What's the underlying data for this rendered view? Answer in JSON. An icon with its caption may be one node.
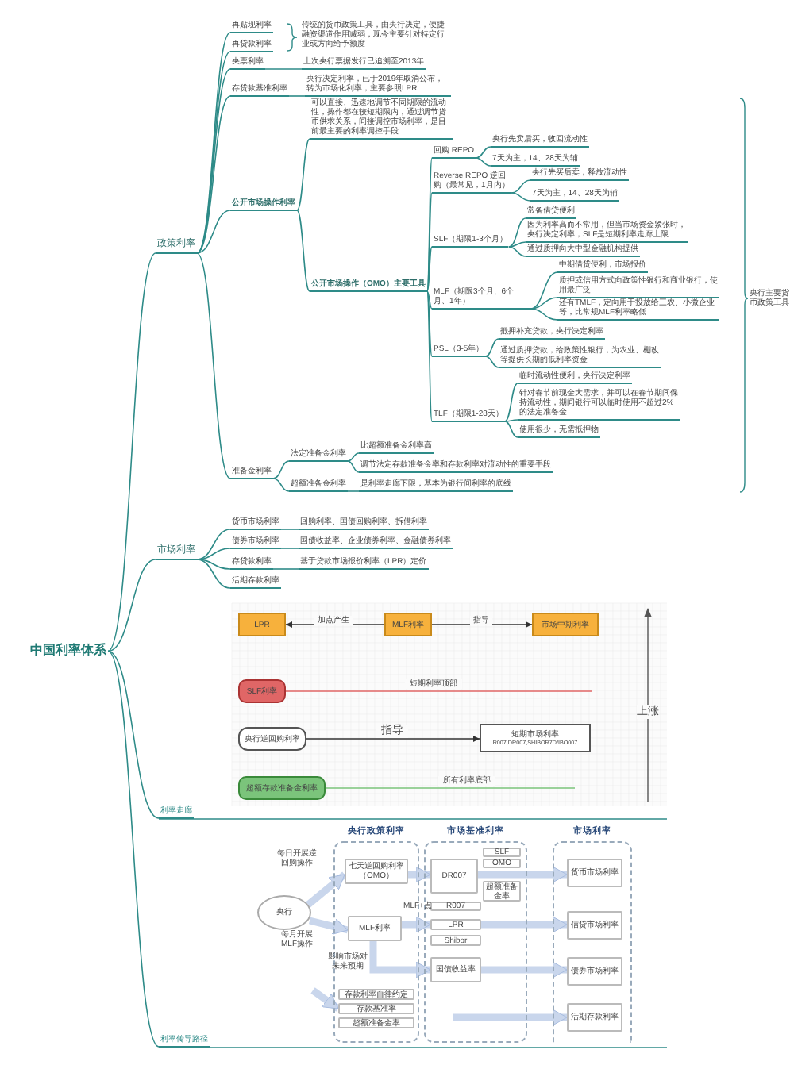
{
  "diagram": {
    "nodes": [
      {
        "text": [
          "中国利率体系"
        ]
      },
      {
        "text": [
          "政策利率"
        ]
      },
      {
        "text": [
          "再贴现利率"
        ]
      },
      {
        "text": [
          "再贷款利率"
        ]
      },
      {
        "text": [
          "央票利率"
        ]
      },
      {
        "text": [
          "上次央行票据发行已追溯至2013年"
        ]
      },
      {
        "text": [
          "存贷款基准利率"
        ]
      },
      {
        "text": [
          "央行决定利率，已于2019年取消公布，转为市场化利率，主要参照LPR"
        ]
      },
      {
        "text": [
          "公开市场操作利率"
        ]
      },
      {
        "text": [
          "可以直接、迅速地调节不同期限的流动性，操作都在较短期限内，通过调节货币供求关系，间接调控市场利率，是目前最主要的利率调控手段"
        ]
      },
      {
        "text": [
          "公开市场操作（OMO）主要工具"
        ]
      },
      {
        "text": [
          "回购 REPO"
        ]
      },
      {
        "text": [
          "央行先卖后买，收回流动性"
        ]
      },
      {
        "text": [
          "7天为主，14、28天为辅"
        ]
      },
      {
        "text": [
          "Reverse REPO 逆回购（最常见，1月内）"
        ]
      },
      {
        "text": [
          "央行先买后卖，释放流动性"
        ]
      },
      {
        "text": [
          "7天为主，14、28天为辅"
        ]
      },
      {
        "text": [
          "SLF（期限1-3个月）"
        ]
      },
      {
        "text": [
          "常备借贷便利"
        ]
      },
      {
        "text": [
          "因为利率高而不常用，但当市场资金紧张时，央行决定利率，SLF是短期利率走廊上限"
        ]
      },
      {
        "text": [
          "通过质押向大中型金融机构提供"
        ]
      },
      {
        "text": [
          "MLF（期限3个月、6个月、1年）"
        ]
      },
      {
        "text": [
          "中期借贷便利，市场报价"
        ]
      },
      {
        "text": [
          "质押或信用方式向政策性银行和商业银行，使用最广泛"
        ]
      },
      {
        "text": [
          "还有TMLF，定向用于投放给三农、小微企业等，比常规MLF利率略低"
        ]
      },
      {
        "text": [
          "PSL（3-5年）"
        ]
      },
      {
        "text": [
          "抵押补充贷款，央行决定利率"
        ]
      },
      {
        "text": [
          "通过质押贷款，给政策性银行，为农业、棚改等提供长期的低利率资金"
        ]
      },
      {
        "text": [
          "TLF（期限1-28天）"
        ]
      },
      {
        "text": [
          "临时流动性便利，央行决定利率"
        ]
      },
      {
        "text": [
          "针对春节前现金大需求，并可以在春节期间保持流动性，期间银行可以临时使用不超过2%的法定准备金"
        ]
      },
      {
        "text": [
          "使用很少，无需抵押物"
        ]
      },
      {
        "text": [
          "准备金利率"
        ]
      },
      {
        "text": [
          "法定准备金利率"
        ]
      },
      {
        "text": [
          "比超额准备金利率高"
        ]
      },
      {
        "text": [
          "调节法定存款准备金率和存款利率对流动性的重要手段"
        ]
      },
      {
        "text": [
          "超额准备金利率"
        ]
      },
      {
        "text": [
          "是利率走廊下限，基本为银行间利率的底线"
        ]
      },
      {
        "text": [
          "市场利率"
        ]
      },
      {
        "text": [
          "货币市场利率"
        ]
      },
      {
        "text": [
          "回购利率、国债回购利率、拆借利率"
        ]
      },
      {
        "text": [
          "债券市场利率"
        ]
      },
      {
        "text": [
          "国债收益率、企业债券利率、金融债券利率"
        ]
      },
      {
        "text": [
          "存贷款利率"
        ]
      },
      {
        "text": [
          "基于贷款市场报价利率（LPR）定价"
        ]
      },
      {
        "text": [
          "活期存款利率"
        ]
      },
      {
        "text": [
          "利率走廊"
        ]
      },
      {
        "text": [
          "LPR"
        ]
      },
      {
        "text": [
          "MLF利率"
        ]
      },
      {
        "text": [
          "市场中期利率"
        ]
      },
      {
        "text": [
          "SLF利率"
        ]
      },
      {
        "text": [
          "央行逆回购利率"
        ]
      },
      {
        "text": [
          "短期市场利率",
          "R007,DR007,SHIBOR7D/IBO007"
        ]
      },
      {
        "text": [
          "超额存款准备金利率"
        ]
      },
      {
        "text": [
          "利率传导路径"
        ]
      },
      {
        "text": [
          "央行政策利率"
        ]
      },
      {
        "text": [
          "市场基准利率"
        ]
      },
      {
        "text": [
          "市场利率"
        ]
      },
      {
        "text": [
          "央行"
        ]
      },
      {
        "text": [
          "七天逆回购利率（OMO）"
        ],
        "in": 55
      },
      {
        "text": [
          "MLF利率"
        ],
        "in": 55
      },
      {
        "text": [
          "存款利率自律约定"
        ],
        "in": 55
      },
      {
        "text": [
          "存款基准率"
        ],
        "in": 55
      },
      {
        "text": [
          "超额准备金率"
        ],
        "in": 55
      },
      {
        "text": [
          "DR007"
        ],
        "in": 56
      },
      {
        "text": [
          "SLF"
        ],
        "in": 56
      },
      {
        "text": [
          "OMO"
        ],
        "in": 56
      },
      {
        "text": [
          "超额准备金率"
        ],
        "in": 56
      },
      {
        "text": [
          "R007"
        ],
        "in": 56
      },
      {
        "text": [
          "LPR"
        ],
        "in": 56
      },
      {
        "text": [
          "Shibor"
        ],
        "in": 56
      },
      {
        "text": [
          "国债收益率"
        ],
        "in": 56
      },
      {
        "text": [
          "货币市场利率"
        ],
        "in": 57
      },
      {
        "text": [
          "信贷市场利率"
        ],
        "in": 57
      },
      {
        "text": [
          "债券市场利率"
        ],
        "in": 57
      },
      {
        "text": [
          "活期存款利率"
        ],
        "in": 57
      }
    ],
    "edges": [
      {
        "from": 0,
        "to": 1,
        "arrow": "none"
      },
      {
        "from": 1,
        "to": 2,
        "arrow": "none"
      },
      {
        "from": 1,
        "to": 3,
        "arrow": "none"
      },
      {
        "from": 1,
        "to": 4,
        "arrow": "none"
      },
      {
        "from": 4,
        "to": 5,
        "arrow": "none"
      },
      {
        "from": 1,
        "to": 6,
        "arrow": "none"
      },
      {
        "from": 6,
        "to": 7,
        "arrow": "none"
      },
      {
        "from": 1,
        "to": 8,
        "arrow": "none"
      },
      {
        "from": 8,
        "to": 9,
        "arrow": "none"
      },
      {
        "from": 8,
        "to": 10,
        "arrow": "none"
      },
      {
        "from": 10,
        "to": 11,
        "arrow": "none"
      },
      {
        "from": 11,
        "to": 12,
        "arrow": "none"
      },
      {
        "from": 11,
        "to": 13,
        "arrow": "none"
      },
      {
        "from": 10,
        "to": 14,
        "arrow": "none"
      },
      {
        "from": 14,
        "to": 15,
        "arrow": "none"
      },
      {
        "from": 14,
        "to": 16,
        "arrow": "none"
      },
      {
        "from": 10,
        "to": 17,
        "arrow": "none"
      },
      {
        "from": 17,
        "to": 18,
        "arrow": "none"
      },
      {
        "from": 17,
        "to": 19,
        "arrow": "none"
      },
      {
        "from": 17,
        "to": 20,
        "arrow": "none"
      },
      {
        "from": 10,
        "to": 21,
        "arrow": "none"
      },
      {
        "from": 21,
        "to": 22,
        "arrow": "none"
      },
      {
        "from": 21,
        "to": 23,
        "arrow": "none"
      },
      {
        "from": 21,
        "to": 24,
        "arrow": "none"
      },
      {
        "from": 10,
        "to": 25,
        "arrow": "none"
      },
      {
        "from": 25,
        "to": 26,
        "arrow": "none"
      },
      {
        "from": 25,
        "to": 27,
        "arrow": "none"
      },
      {
        "from": 10,
        "to": 28,
        "arrow": "none"
      },
      {
        "from": 28,
        "to": 29,
        "arrow": "none"
      },
      {
        "from": 28,
        "to": 30,
        "arrow": "none"
      },
      {
        "from": 28,
        "to": 31,
        "arrow": "none"
      },
      {
        "from": 1,
        "to": 32,
        "arrow": "none"
      },
      {
        "from": 32,
        "to": 33,
        "arrow": "none"
      },
      {
        "from": 33,
        "to": 34,
        "arrow": "none"
      },
      {
        "from": 33,
        "to": 35,
        "arrow": "none"
      },
      {
        "from": 32,
        "to": 36,
        "arrow": "none"
      },
      {
        "from": 36,
        "to": 37,
        "arrow": "none"
      },
      {
        "from": 0,
        "to": 38,
        "arrow": "none"
      },
      {
        "from": 38,
        "to": 39,
        "arrow": "none"
      },
      {
        "from": 39,
        "to": 40,
        "arrow": "none"
      },
      {
        "from": 38,
        "to": 41,
        "arrow": "none"
      },
      {
        "from": 41,
        "to": 42,
        "arrow": "none"
      },
      {
        "from": 38,
        "to": 43,
        "arrow": "none"
      },
      {
        "from": 43,
        "to": 44,
        "arrow": "none"
      },
      {
        "from": 38,
        "to": 45,
        "arrow": "none"
      },
      {
        "from": 0,
        "to": 46,
        "arrow": "none"
      },
      {
        "from": 0,
        "to": 54,
        "arrow": "none"
      },
      {
        "from": 48,
        "to": 47,
        "arrow": "to",
        "label": "加点产生",
        "color": "#333333"
      },
      {
        "from": 48,
        "to": 49,
        "arrow": "to",
        "label": "指导",
        "color": "#333333"
      },
      {
        "from": 50,
        "to": null,
        "arrow": "none",
        "label": "短期利率顶部",
        "color": "#e06666"
      },
      {
        "from": 51,
        "to": 52,
        "arrow": "to",
        "label": "指导",
        "color": "#333333"
      },
      {
        "from": 53,
        "to": null,
        "arrow": "none",
        "label": "所有利率底部",
        "color": "#7bc47b"
      },
      {
        "from": 58,
        "to": 59,
        "arrow": "to",
        "label": "每日开展逆回购操作",
        "style": "thick",
        "color": "#c9d6ec"
      },
      {
        "from": 58,
        "to": 60,
        "arrow": "to",
        "label": "每月开展MLF操作",
        "style": "thick",
        "color": "#c9d6ec"
      },
      {
        "from": null,
        "to": 62,
        "arrow": "to",
        "style": "thick",
        "color": "#c9d6ec"
      },
      {
        "from": 59,
        "to": 64,
        "arrow": "to",
        "style": "thick",
        "color": "#c9d6ec"
      },
      {
        "from": 60,
        "to": 69,
        "arrow": "to",
        "label": "MLF+点",
        "style": "thick",
        "color": "#c9d6ec"
      },
      {
        "from": 60,
        "to": 71,
        "arrow": "to",
        "label": "影响市场对未来预期",
        "style": "thick",
        "color": "#c9d6ec"
      },
      {
        "from": 64,
        "to": 72,
        "arrow": "to",
        "style": "thick",
        "color": "#c9d6ec"
      },
      {
        "from": 69,
        "to": 73,
        "arrow": "to",
        "style": "thick",
        "color": "#c9d6ec"
      },
      {
        "from": 71,
        "to": 74,
        "arrow": "to",
        "style": "thick",
        "color": "#c9d6ec"
      },
      {
        "from": null,
        "to": 75,
        "arrow": "to",
        "style": "thick",
        "color": "#c9d6ec"
      }
    ],
    "labels": [
      "传统的货币政策工具，由央行决定，便捷融资渠道作用减弱，现今主要针对特定行业或方向给予额度",
      "央行主要货币政策工具",
      "上涨"
    ]
  }
}
